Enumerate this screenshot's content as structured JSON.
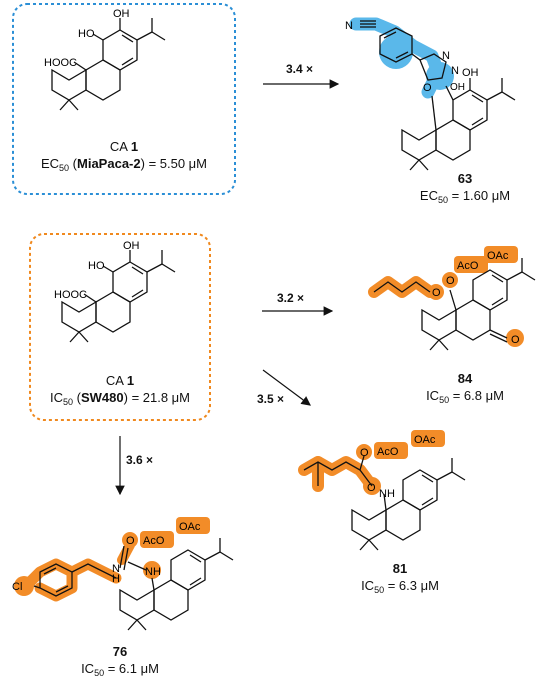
{
  "box1": {
    "name": "CA",
    "num": "1",
    "metric": "EC",
    "metric_sub": "50",
    "cell_line": "MiaPaca-2",
    "value": "= 5.50 μM",
    "border_color": "#2b8fd6"
  },
  "box2": {
    "name": "CA",
    "num": "1",
    "metric": "IC",
    "metric_sub": "50",
    "cell_line": "SW480",
    "value": "= 21.8 μM",
    "border_color": "#f0891e"
  },
  "compounds": {
    "c63": {
      "num": "63",
      "metric": "EC",
      "metric_sub": "50",
      "value": "= 1.60 μM"
    },
    "c84": {
      "num": "84",
      "metric": "IC",
      "metric_sub": "50",
      "value": "= 6.8 μM"
    },
    "c81": {
      "num": "81",
      "metric": "IC",
      "metric_sub": "50",
      "value": "= 6.3 μM"
    },
    "c76": {
      "num": "76",
      "metric": "IC",
      "metric_sub": "50",
      "value": "= 6.1 μM"
    }
  },
  "arrows": {
    "to63": "3.4 ×",
    "to84": "3.2 ×",
    "to81": "3.5 ×",
    "to76": "3.6 ×"
  },
  "atoms": {
    "oh": "OH",
    "ho": "HO",
    "hooc": "HOOC",
    "n": "N",
    "o": "O",
    "nh": "NH",
    "h": "H",
    "cl": "Cl",
    "aco": "AcO",
    "oac": "OAc"
  },
  "highlight_colors": {
    "blue": "#5ab8ea",
    "orange": "#f28c28"
  }
}
